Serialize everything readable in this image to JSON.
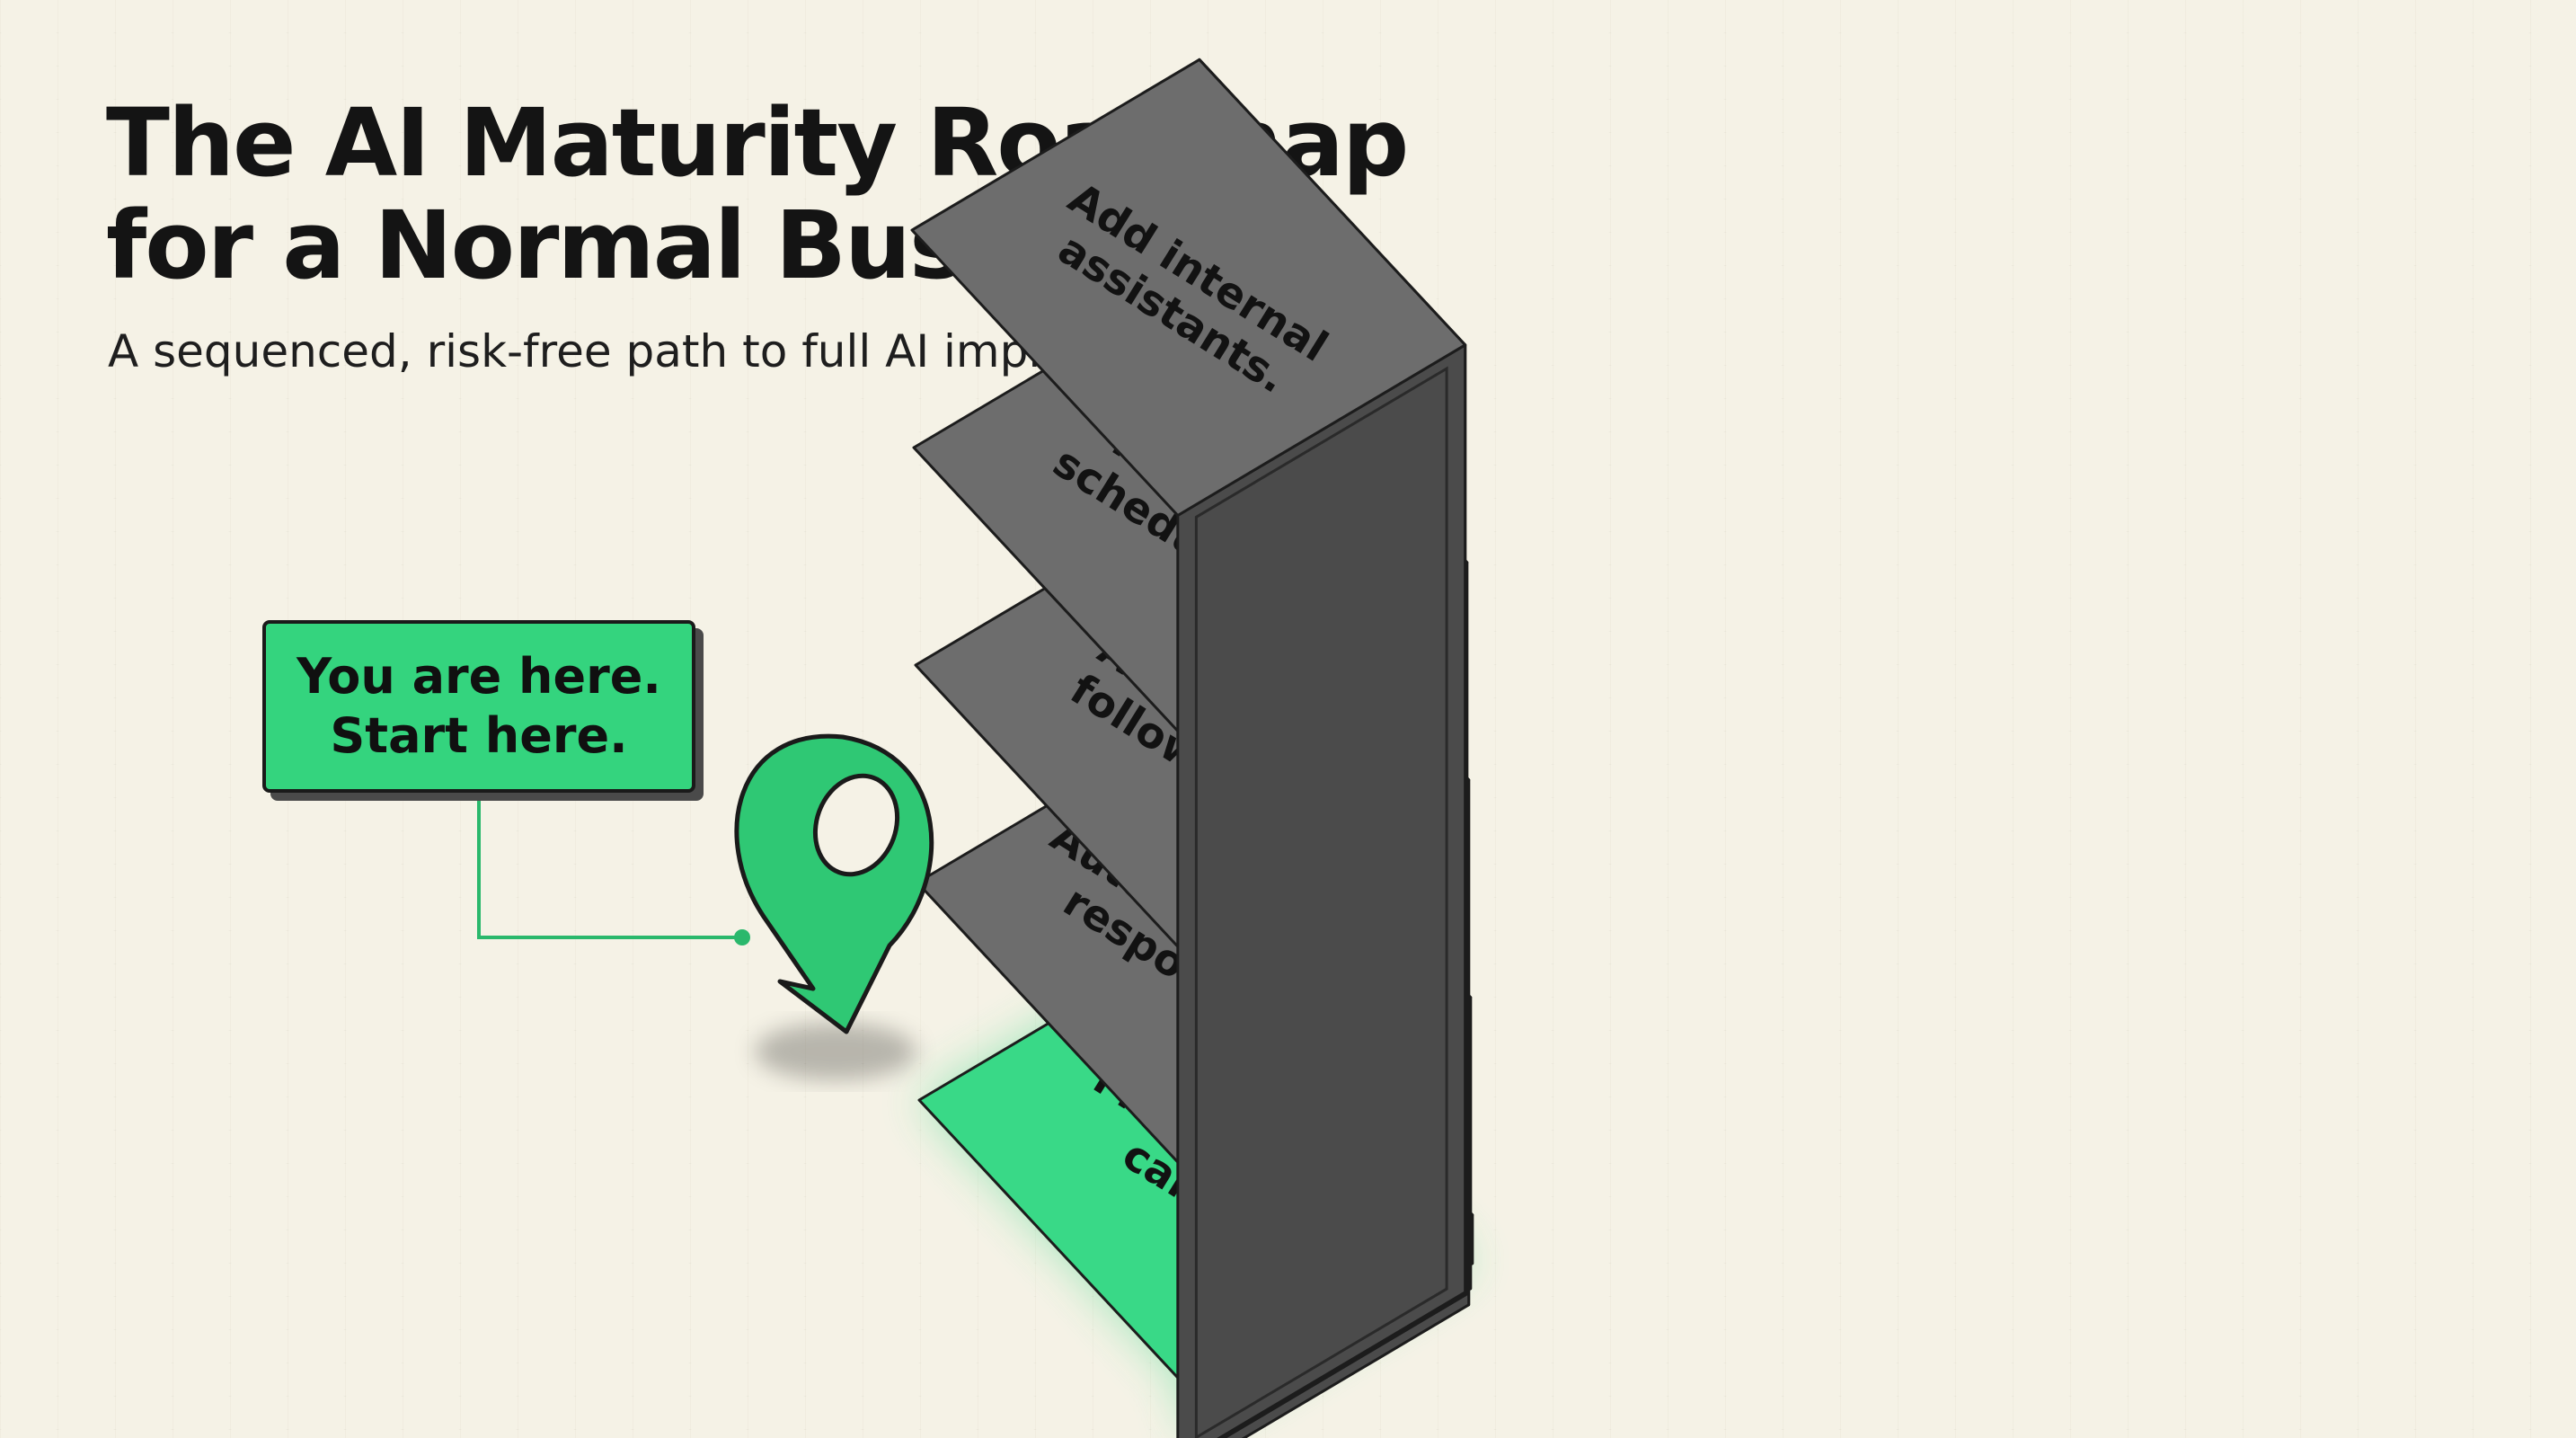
{
  "header": {
    "title_line1": "The AI Maturity Roadmap",
    "title_line2": "for a Normal Business.",
    "subtitle": "A sequenced, risk-free path to full AI implementation."
  },
  "callout": {
    "line1": "You are here.",
    "line2": "Start here."
  },
  "steps": [
    {
      "lines": [
        "Fix missed",
        "calls."
      ],
      "current": true
    },
    {
      "lines": [
        "Automate lead",
        "responses."
      ],
      "current": false
    },
    {
      "lines": [
        "Automate",
        "follow-up."
      ],
      "current": false
    },
    {
      "lines": [
        "Improve",
        "scheduling."
      ],
      "current": false
    },
    {
      "lines": [
        "Add internal",
        "assistants."
      ],
      "current": false
    }
  ],
  "colors": {
    "active_top": "#39d987",
    "active_side": "#25b464",
    "active_front": "#1fa257",
    "step_top": "#6d6d6d",
    "step_side": "#555555",
    "step_front": "#4b4b4b",
    "outline": "#1c1c1c",
    "pin": "#2fc874",
    "connector": "#2ab86c"
  },
  "icons": {
    "marker": "location-pin-icon"
  }
}
